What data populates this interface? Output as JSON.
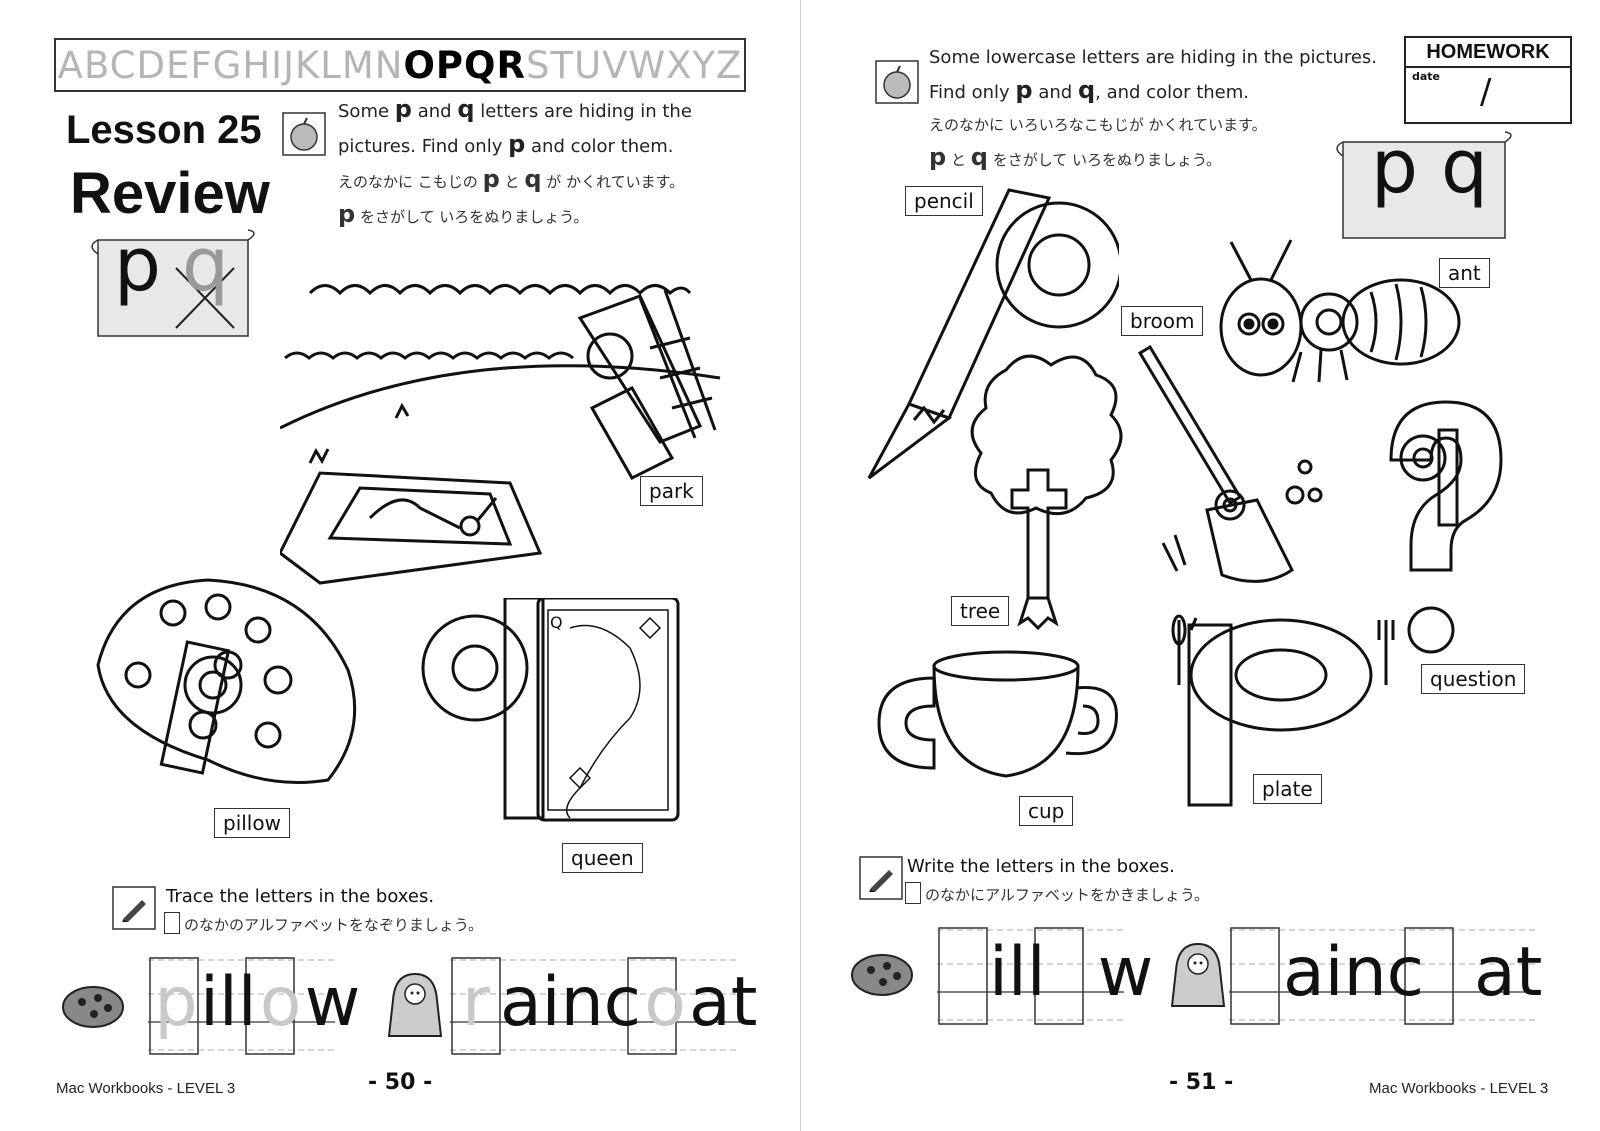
{
  "left_page": {
    "alphabet_before": "ABCDEFGHIJKLMN",
    "alphabet_focus": "OPQR",
    "alphabet_after": "STUVWXYZ",
    "lesson_title": "Lesson 25",
    "lesson_subtitle": "Review",
    "scroll_letters": [
      "p",
      "q"
    ],
    "instruction": {
      "en_pre1": "Some",
      "letter1": "p",
      "en_mid1": "and",
      "letter2": "q",
      "en_post1": "letters are hiding in the",
      "en_line2_pre": "pictures. Find only",
      "letter3": "p",
      "en_line2_post": "and color them.",
      "jp_line1_pre": "えのなかに こもじの",
      "jp_letter1": "p",
      "jp_mid": "と",
      "jp_letter2": "q",
      "jp_line1_post": "が かくれています。",
      "jp_line2_letter": "p",
      "jp_line2_post": "をさがして いろをぬりましょう。"
    },
    "labels": {
      "park": "park",
      "pillow": "pillow",
      "queen": "queen"
    },
    "trace": {
      "title": "Trace the letters in the boxes.",
      "jp": "のなかのアルファベットをなぞりましょう。",
      "word1_guide": "p",
      "word1_part2": "ill",
      "word1_guide2": "o",
      "word1_part3": "w",
      "word2_guide": "r",
      "word2_part2": "ainc",
      "word2_guide2": "o",
      "word2_part3": "at"
    },
    "footer": "Mac Workbooks - LEVEL 3",
    "page_number": "- 50 -"
  },
  "right_page": {
    "instruction": {
      "en_line1": "Some lowercase letters are hiding in the pictures.",
      "en_line2_pre": "Find only",
      "letter1": "p",
      "en_line2_mid": "and",
      "letter2": "q",
      "en_line2_post": ", and color them.",
      "jp_line1": "えのなかに いろいろなこもじが かくれています。",
      "jp_letter1": "p",
      "jp_mid": "と",
      "jp_letter2": "q",
      "jp_line2_post": "をさがして いろをぬりましょう。"
    },
    "homework": {
      "title": "HOMEWORK",
      "date_label": "date",
      "slash": "/"
    },
    "scroll_letters": [
      "p",
      "q"
    ],
    "labels": {
      "pencil": "pencil",
      "broom": "broom",
      "ant": "ant",
      "tree": "tree",
      "question": "question",
      "cup": "cup",
      "plate": "plate"
    },
    "write": {
      "title": "Write the letters in the boxes.",
      "jp": "のなかにアルファベットをかきましょう。",
      "word1_part2": "ill",
      "word1_part3": "w",
      "word2_part2": "ainc",
      "word2_part3": "at"
    },
    "footer": "Mac Workbooks - LEVEL 3",
    "page_number": "- 51 -"
  }
}
